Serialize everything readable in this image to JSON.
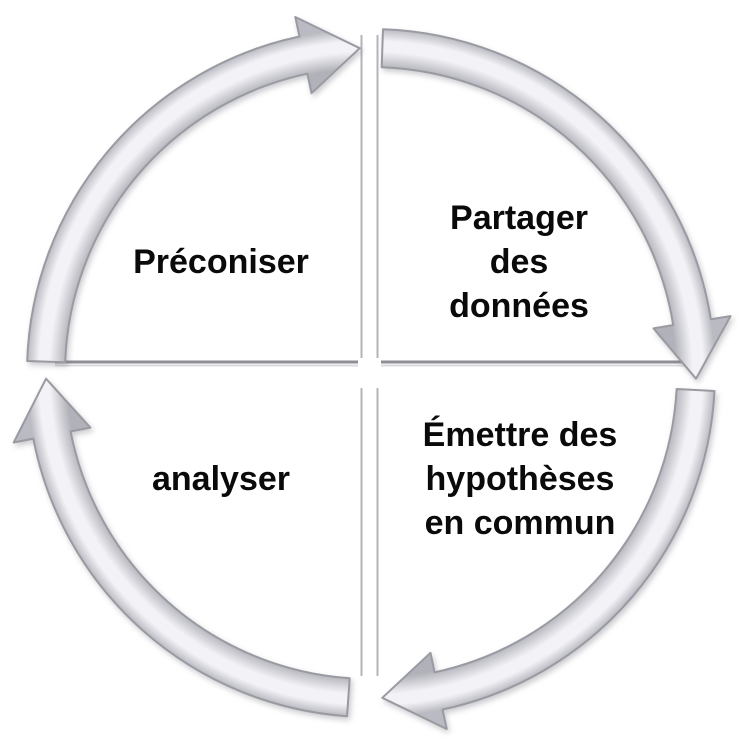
{
  "diagram": {
    "type": "cycle",
    "direction": "clockwise",
    "quadrants": [
      {
        "position": "top-left",
        "lines": [
          "Préconiser"
        ]
      },
      {
        "position": "top-right",
        "lines": [
          "Partager",
          "des",
          "données"
        ]
      },
      {
        "position": "bottom-right",
        "lines": [
          "Émettre des",
          "hypothèses",
          "en commun"
        ]
      },
      {
        "position": "bottom-left",
        "lines": [
          "analyser"
        ]
      }
    ],
    "arrows": [
      {
        "name": "cycle-arrow-top-left",
        "head_direction": "right"
      },
      {
        "name": "cycle-arrow-top-right",
        "head_direction": "down"
      },
      {
        "name": "cycle-arrow-bottom-right",
        "head_direction": "left"
      },
      {
        "name": "cycle-arrow-bottom-left",
        "head_direction": "up"
      }
    ],
    "colors": {
      "background": "#ffffff",
      "arrow_edge": "#b1b1b9",
      "arrow_highlight": "#f3f3f7",
      "arrow_outer": "#babac2",
      "arrow_stroke": "#9a9aa2",
      "divider_horizontal": "#8e8e95",
      "divider_horizontal_shadow": "#d9d9de",
      "divider_vertical": "#b4b4ba",
      "text": "#0a0a0a"
    }
  }
}
